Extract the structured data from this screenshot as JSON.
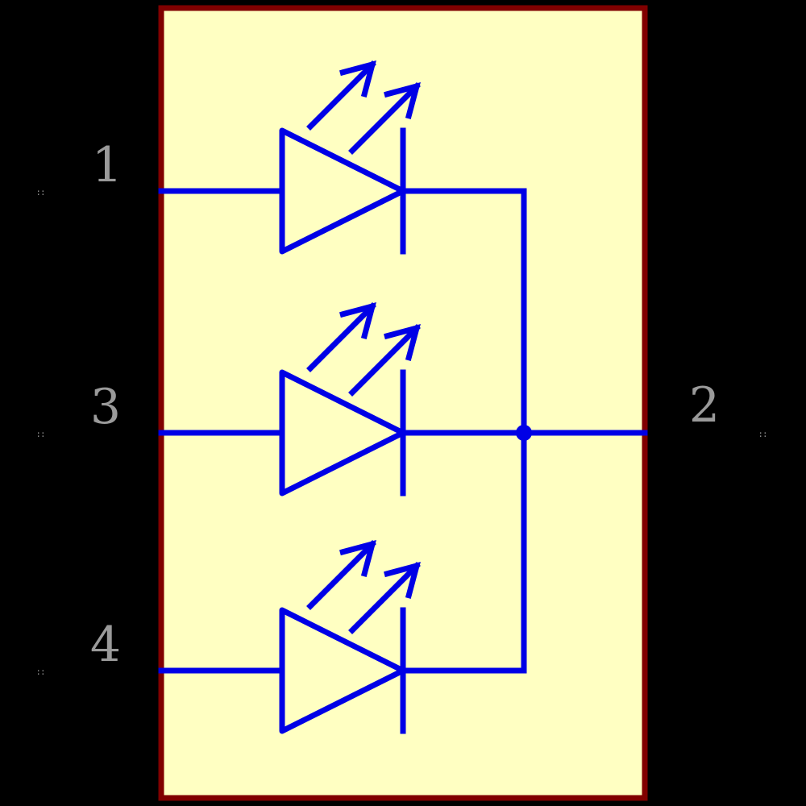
{
  "diagram": {
    "type": "schematic-symbol",
    "component": "triple LED array, common cathode",
    "led_count": 3,
    "pins": [
      {
        "number": "1",
        "side": "left"
      },
      {
        "number": "3",
        "side": "left"
      },
      {
        "number": "4",
        "side": "left"
      },
      {
        "number": "2",
        "side": "right"
      }
    ],
    "tick_mark": "::",
    "colors": {
      "background": "#000000",
      "body_fill": "#ffffc2",
      "body_outline": "#800000",
      "wire": "#0000e6",
      "pin_label": "#9a9a9a",
      "tick": "#8a8a8a"
    }
  }
}
